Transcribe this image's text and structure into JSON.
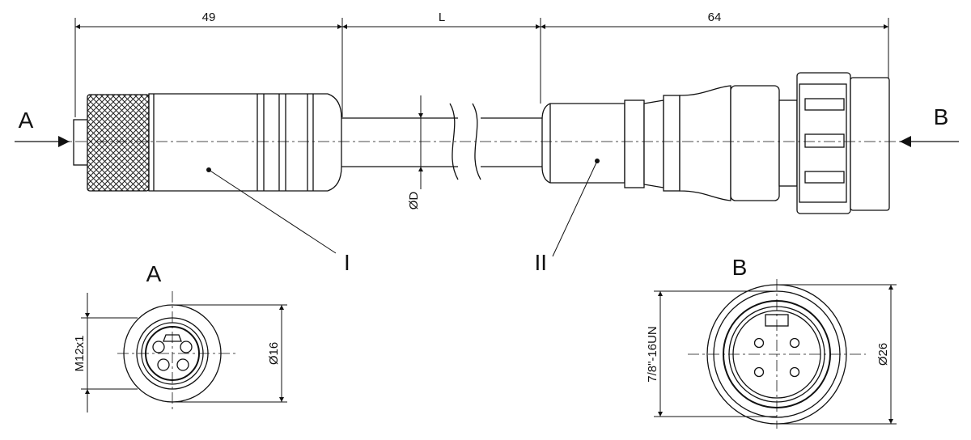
{
  "dimensions": {
    "top_left_length": "49",
    "cable_length": "L",
    "top_right_length": "64",
    "cable_diameter": "ØD",
    "view_a_thread": "M12x1",
    "view_a_diameter": "Ø16",
    "view_b_thread": "7/8\"-16UN",
    "view_b_diameter": "Ø26"
  },
  "labels": {
    "view_arrow_a": "A",
    "view_arrow_b": "B",
    "part_one": "I",
    "part_two": "II",
    "view_a_title": "A",
    "view_b_title": "B"
  }
}
